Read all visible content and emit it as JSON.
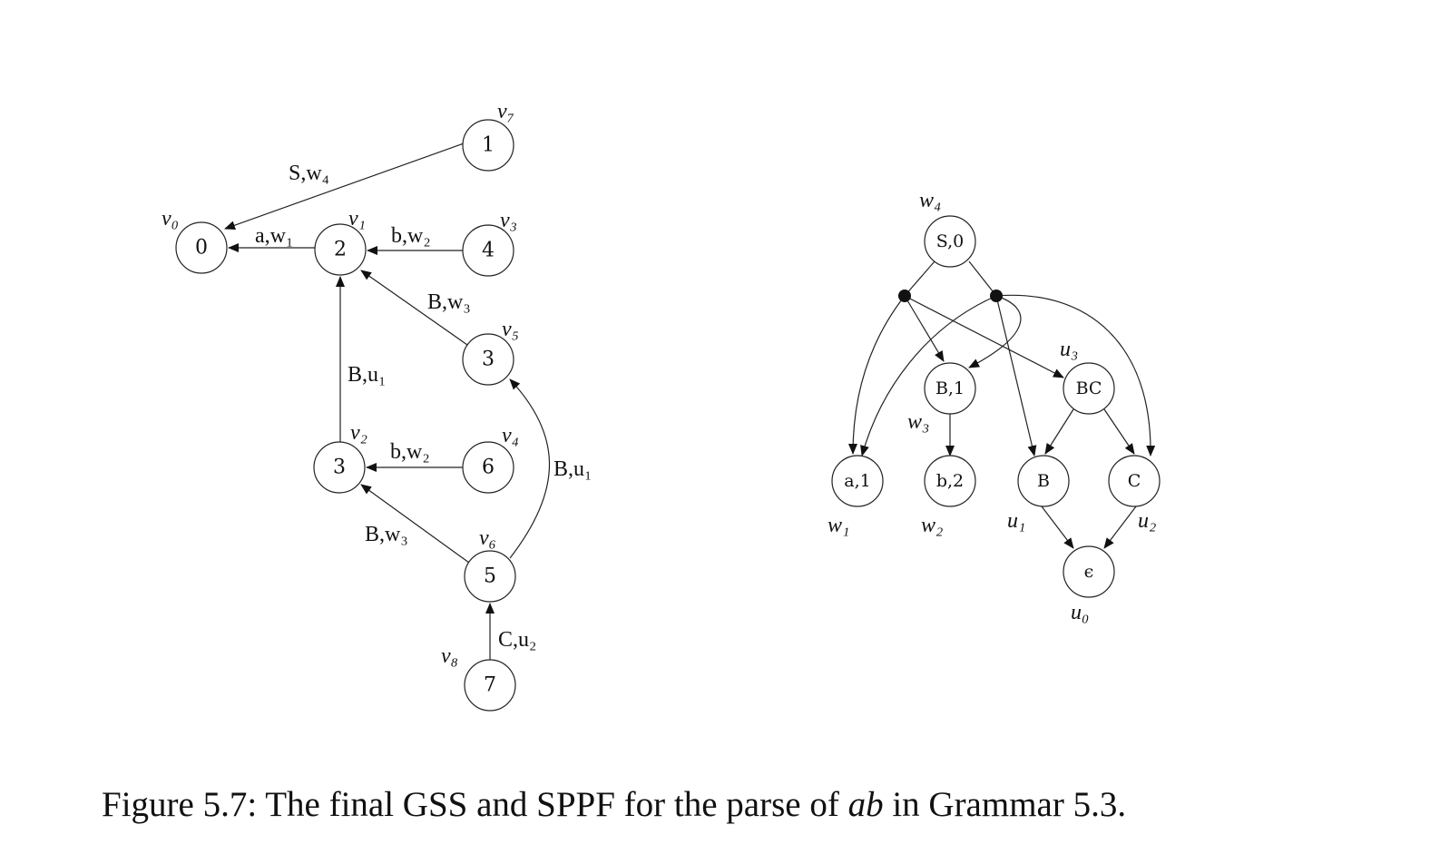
{
  "gss": {
    "nodes": {
      "v0": "0",
      "v1": "2",
      "v3": "4",
      "v7": "1",
      "v5": "3",
      "v2": "3",
      "v4": "6",
      "v6": "5",
      "v8": "7"
    },
    "names": {
      "v0": "v₀",
      "v1": "v₁",
      "v2": "v₂",
      "v3": "v₃",
      "v4": "v₄",
      "v5": "v₅",
      "v6": "v₆",
      "v7": "v₇",
      "v8": "v₈"
    },
    "edges": {
      "v7_v0": "S,w₄",
      "v1_v0": "a,w₁",
      "v3_v1": "b,w₂",
      "v5_v1": "B,w₃",
      "v2_v1": "B,u₁",
      "v4_v2": "b,w₂",
      "v6_v2": "B,w₃",
      "v6_v5": "B,u₁",
      "v8_v6": "C,u₂"
    }
  },
  "sppf": {
    "nodes": {
      "s0": "S,0",
      "b1": "B,1",
      "bc": "BC",
      "a1": "a,1",
      "b2": "b,2",
      "b": "B",
      "c": "C",
      "eps": "ϵ"
    },
    "names": {
      "w4": "w₄",
      "u3": "u₃",
      "w3": "w₃",
      "w1": "w₁",
      "w2": "w₂",
      "u1": "u₁",
      "u2": "u₂",
      "u0": "u₀"
    }
  },
  "caption": {
    "prefix": "Figure 5.7: The final GSS and SPPF for the parse of ",
    "word": "ab",
    "suffix": " in Grammar 5.3."
  }
}
